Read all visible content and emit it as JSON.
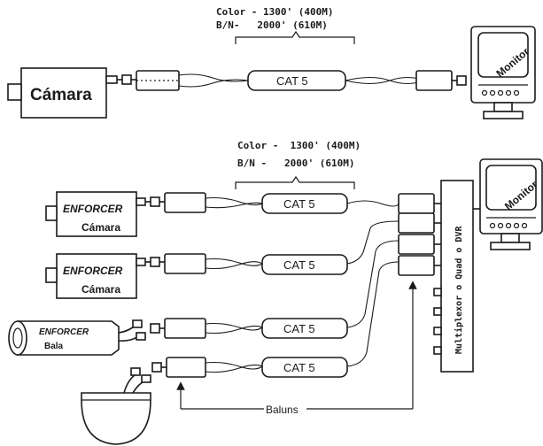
{
  "top": {
    "spec_color": "Color - 1300' (400M)",
    "spec_bn": "B/N-   2000' (610M)",
    "camera_label": "Cámara",
    "cable_label": "CAT 5",
    "monitor_label": "Monitor"
  },
  "bottom": {
    "spec_color": "Color -  1300' (400M)",
    "spec_bn": "B/N -   2000' (610M)",
    "enforcer_label": "ENFORCER",
    "camera_label": "Cámara",
    "bullet_brand": "ENFORCER",
    "bullet_label": "Bala",
    "cable_label": "CAT 5",
    "monitor_label": "Monitor",
    "dvr_label": "Multiplexor o Quad o DVR",
    "baluns_label": "Baluns"
  }
}
